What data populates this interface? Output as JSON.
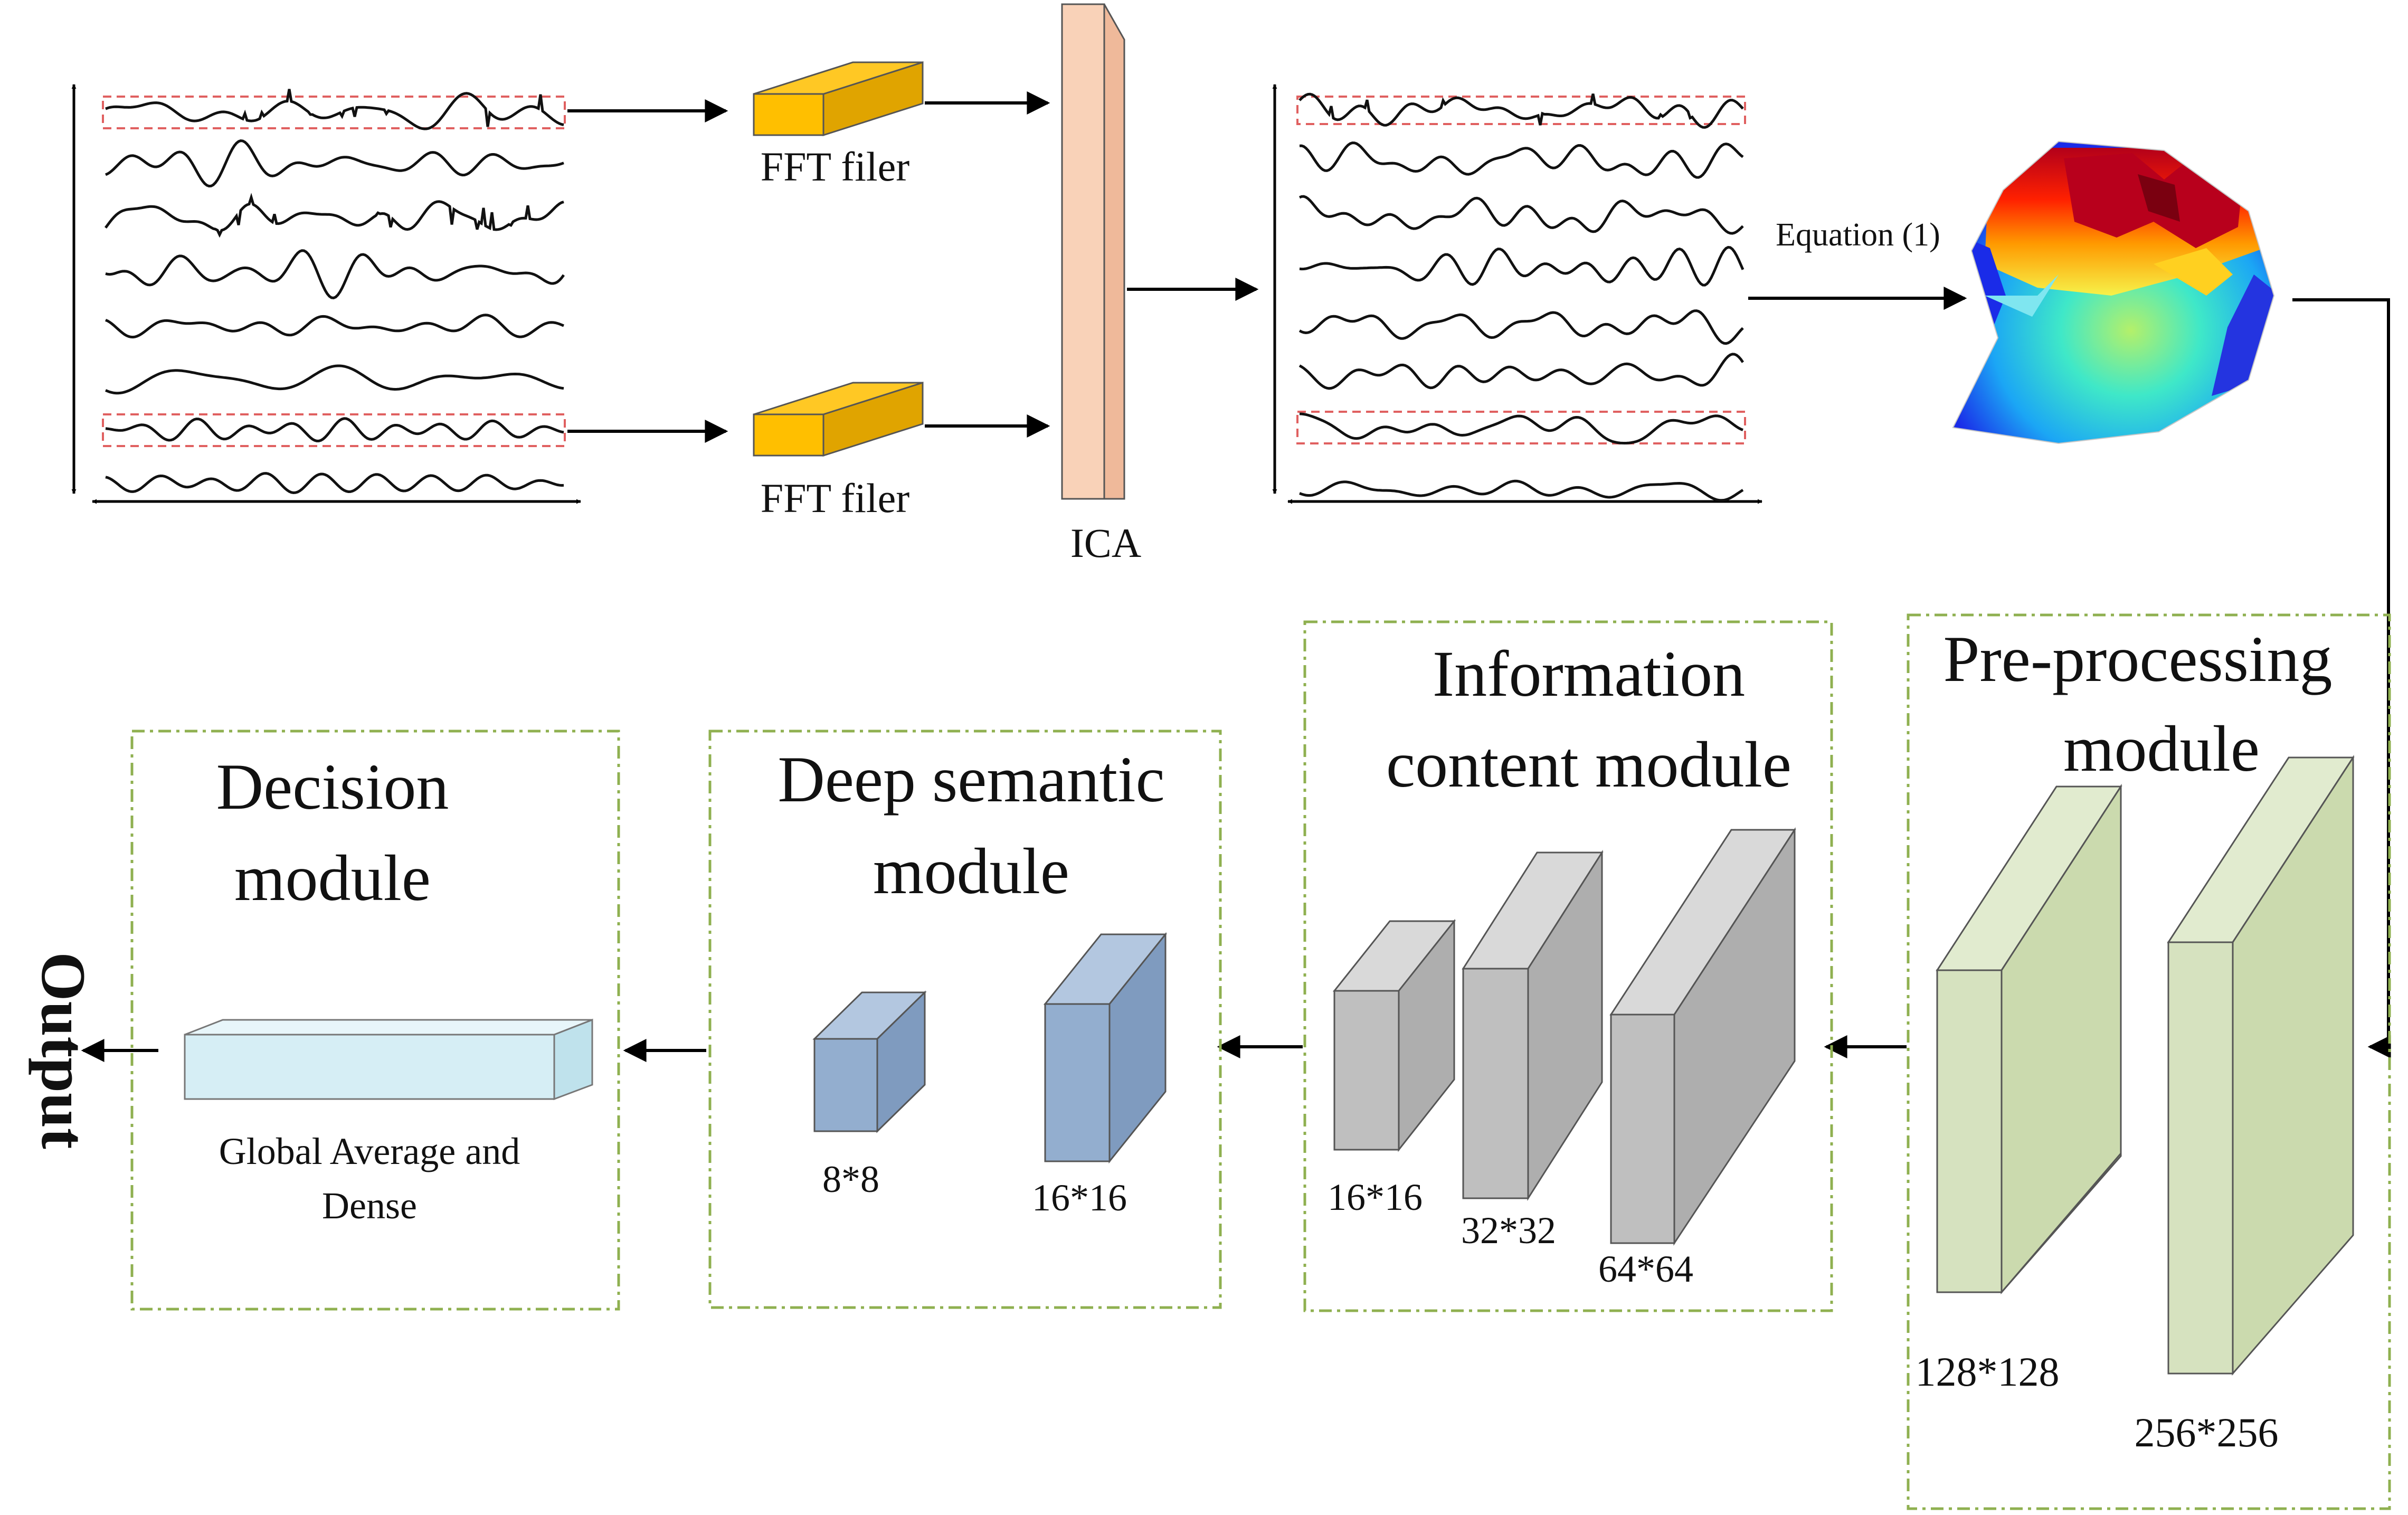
{
  "colors": {
    "fft_box": "#FFBF00",
    "ica_block": "#F9D2B8",
    "pre_processing_block": "#D6E2BF",
    "information_block": "#BFBFBF",
    "deep_semantic_block": "#93AECF",
    "decision_block": "#D6EEF5",
    "module_border": "#8FB050",
    "highlight_box": "#E06060"
  },
  "icons": {
    "topomap": "brain-topography-heatmap-icon",
    "arrow": "arrow-right-icon"
  },
  "top_row": {
    "fft_label_1": "FFT filer",
    "fft_label_2": "FFT filer",
    "ica_label": "ICA",
    "equation_label": "Equation (1)"
  },
  "modules": {
    "pre_processing": {
      "title_line1": "Pre-processing",
      "title_line2": "module",
      "sizes": [
        "128*128",
        "256*256"
      ]
    },
    "information_content": {
      "title_line1": "Information",
      "title_line2": "content module",
      "sizes": [
        "16*16",
        "32*32",
        "64*64"
      ]
    },
    "deep_semantic": {
      "title_line1": "Deep semantic",
      "title_line2": "module",
      "sizes": [
        "8*8",
        "16*16"
      ]
    },
    "decision": {
      "title_line1": "Decision",
      "title_line2": "module",
      "caption_line1": "Global Average and",
      "caption_line2": "Dense"
    }
  },
  "output_label": "Output"
}
